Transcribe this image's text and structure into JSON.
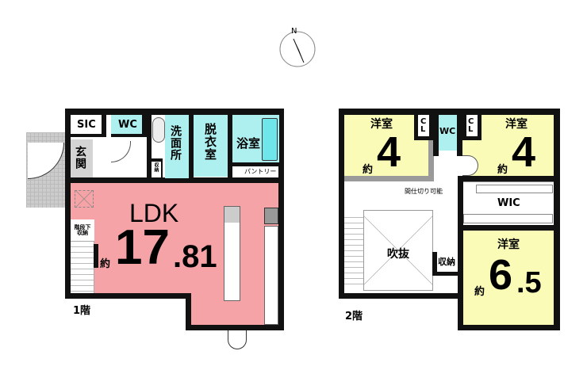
{
  "compass": {
    "north_label": "N"
  },
  "floor1": {
    "label": "1階",
    "rooms": {
      "sic": "SIC",
      "wc": "WC",
      "entrance": "玄関",
      "washroom": "洗面所",
      "dressing": "脱衣室",
      "bath": "浴室",
      "pantry": "パントリー",
      "storage": "収納",
      "under_stairs": "階段下収納",
      "ldk": "LDK",
      "ldk_prefix": "約",
      "ldk_int": "17",
      "ldk_dec": ".81"
    }
  },
  "floor2": {
    "label": "2階",
    "rooms": {
      "western_left": "洋室",
      "western_left_prefix": "約",
      "western_left_size": "4",
      "western_right": "洋室",
      "western_right_prefix": "約",
      "western_right_size": "4",
      "cl_left": "CL",
      "cl_right": "CL",
      "wc": "WC",
      "partition_note": "間仕切り可能",
      "wic": "WIC",
      "void": "吹抜",
      "storage": "収納",
      "western_big": "洋室",
      "western_big_prefix": "約",
      "western_big_int": "6",
      "western_big_dec": ".5"
    }
  },
  "colors": {
    "ldk": "#f5a3a6",
    "western": "#fbfbb8",
    "wet": "#aef0f0"
  }
}
